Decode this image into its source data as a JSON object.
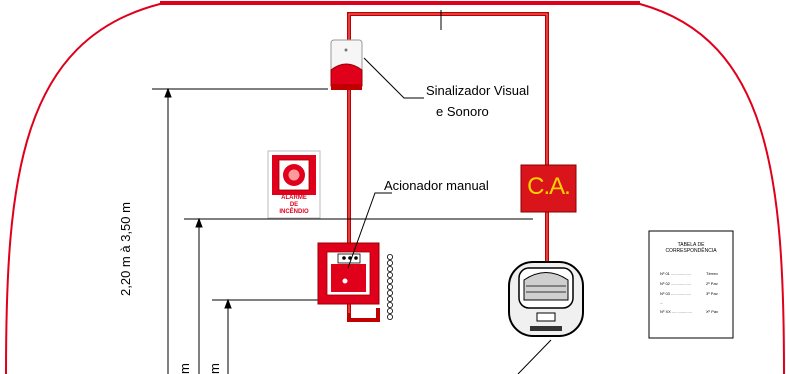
{
  "labels": {
    "signal": [
      "Sinalizador Visual",
      "e Sonoro"
    ],
    "manual": "Acionador manual",
    "height": "2,20 m à 3,50 m",
    "height_partial": [
      "m",
      "m"
    ]
  },
  "alarm_sign": [
    "ALARME",
    "DE",
    "INCÊNDIO"
  ],
  "ca_sign": "C.A.",
  "table_card": {
    "title": [
      "TABELA DE",
      "CORRESPONDÊNCIA"
    ],
    "rows": [
      {
        "left": "Nº 01 ..................",
        "right": "Térreo"
      },
      {
        "left": "Nº 02 ..................",
        "right": "2º Pav"
      },
      {
        "left": "Nº 03 ..................",
        "right": "3º Pav"
      },
      {
        "left": "...",
        "right": ""
      },
      {
        "left": "Nº XX ..................",
        "right": "Xº Pav"
      }
    ]
  },
  "colors": {
    "frame": "#e0001b",
    "line": "#000000",
    "ca_bg": "#d9141a",
    "ca_text": "#ffd200"
  },
  "icons": [
    "alarm-button-icon",
    "manual-call-point-icon",
    "siren-icon",
    "central-panel-icon"
  ]
}
